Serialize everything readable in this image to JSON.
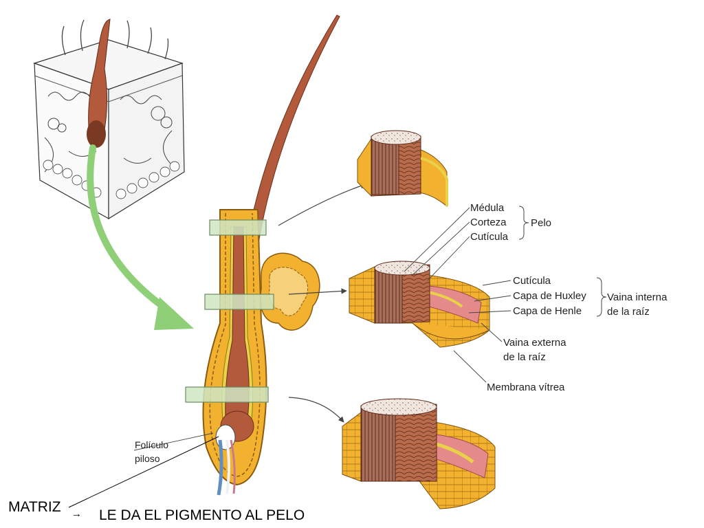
{
  "colors": {
    "hair": "#b45a3c",
    "hair_dark": "#7a3a22",
    "sheath": "#f2b12e",
    "sheath_dark": "#c9881a",
    "inner": "#e9d24a",
    "pink": "#e58a8a",
    "green_arrow": "#8fcf78",
    "band": "#cfe6c3"
  },
  "labels": {
    "hair_group": {
      "items": [
        "Médula",
        "Corteza",
        "Cutícula"
      ],
      "brace": "Pelo"
    },
    "sheath_group": {
      "items": [
        "Cutícula",
        "Capa de Huxley",
        "Capa de Henle"
      ],
      "brace_line1": "Vaina interna",
      "brace_line2": "de la raíz"
    },
    "outer_sheath_line1": "Vaina externa",
    "outer_sheath_line2": "de la raíz",
    "membrane": "Membrana vítrea",
    "follicle_line1": "Folículo",
    "follicle_line2": "piloso"
  },
  "caption": {
    "matrix": "MATRIZ",
    "arrow": "→",
    "function": "LE DA EL PIGMENTO AL PELO"
  }
}
